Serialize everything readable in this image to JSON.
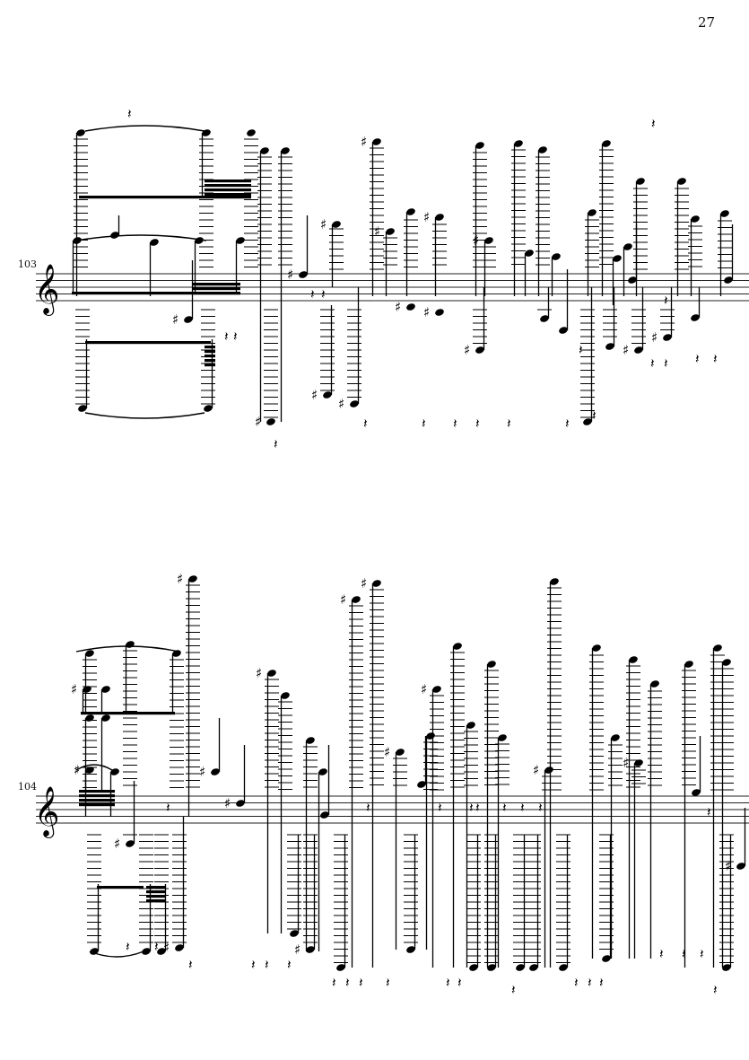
{
  "page": {
    "number": "27"
  },
  "systems": [
    {
      "id": "system-1",
      "measure_number": "103"
    },
    {
      "id": "system-2",
      "measure_number": "104"
    }
  ],
  "symbols": {
    "clef": "𝄞",
    "sharp": "♯",
    "natural": "♮",
    "quarter_rest": "𝄽",
    "eighth_rest": "𝄾",
    "sixteenth_rest": "𝄿"
  }
}
